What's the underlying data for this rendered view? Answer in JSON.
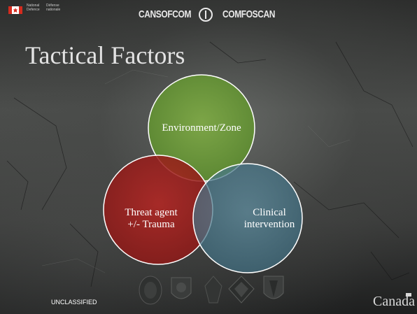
{
  "header": {
    "department_en": "National Defence",
    "department_fr": "Défense nationale",
    "brand_left": "CANSOFCOM",
    "brand_right": "COMFOSCAN",
    "flag_icon": "canada-flag-icon",
    "emblem_icon": "dagger-emblem-icon"
  },
  "slide": {
    "title": "Tactical Factors",
    "venn": [
      {
        "label_lines": [
          "Environment/Zone"
        ],
        "color": "#6e9b3a"
      },
      {
        "label_lines": [
          "Threat agent",
          "+/- Trauma"
        ],
        "color": "#a3201e"
      },
      {
        "label_lines": [
          "Clinical",
          "intervention"
        ],
        "color": "#4e7f92"
      }
    ]
  },
  "footer": {
    "classification": "UNCLASSIFIED",
    "wordmark": "Canada",
    "crest_icons": [
      "unit-crest-1-icon",
      "unit-crest-2-icon",
      "unit-crest-3-icon",
      "unit-crest-4-icon",
      "unit-crest-5-icon"
    ]
  }
}
